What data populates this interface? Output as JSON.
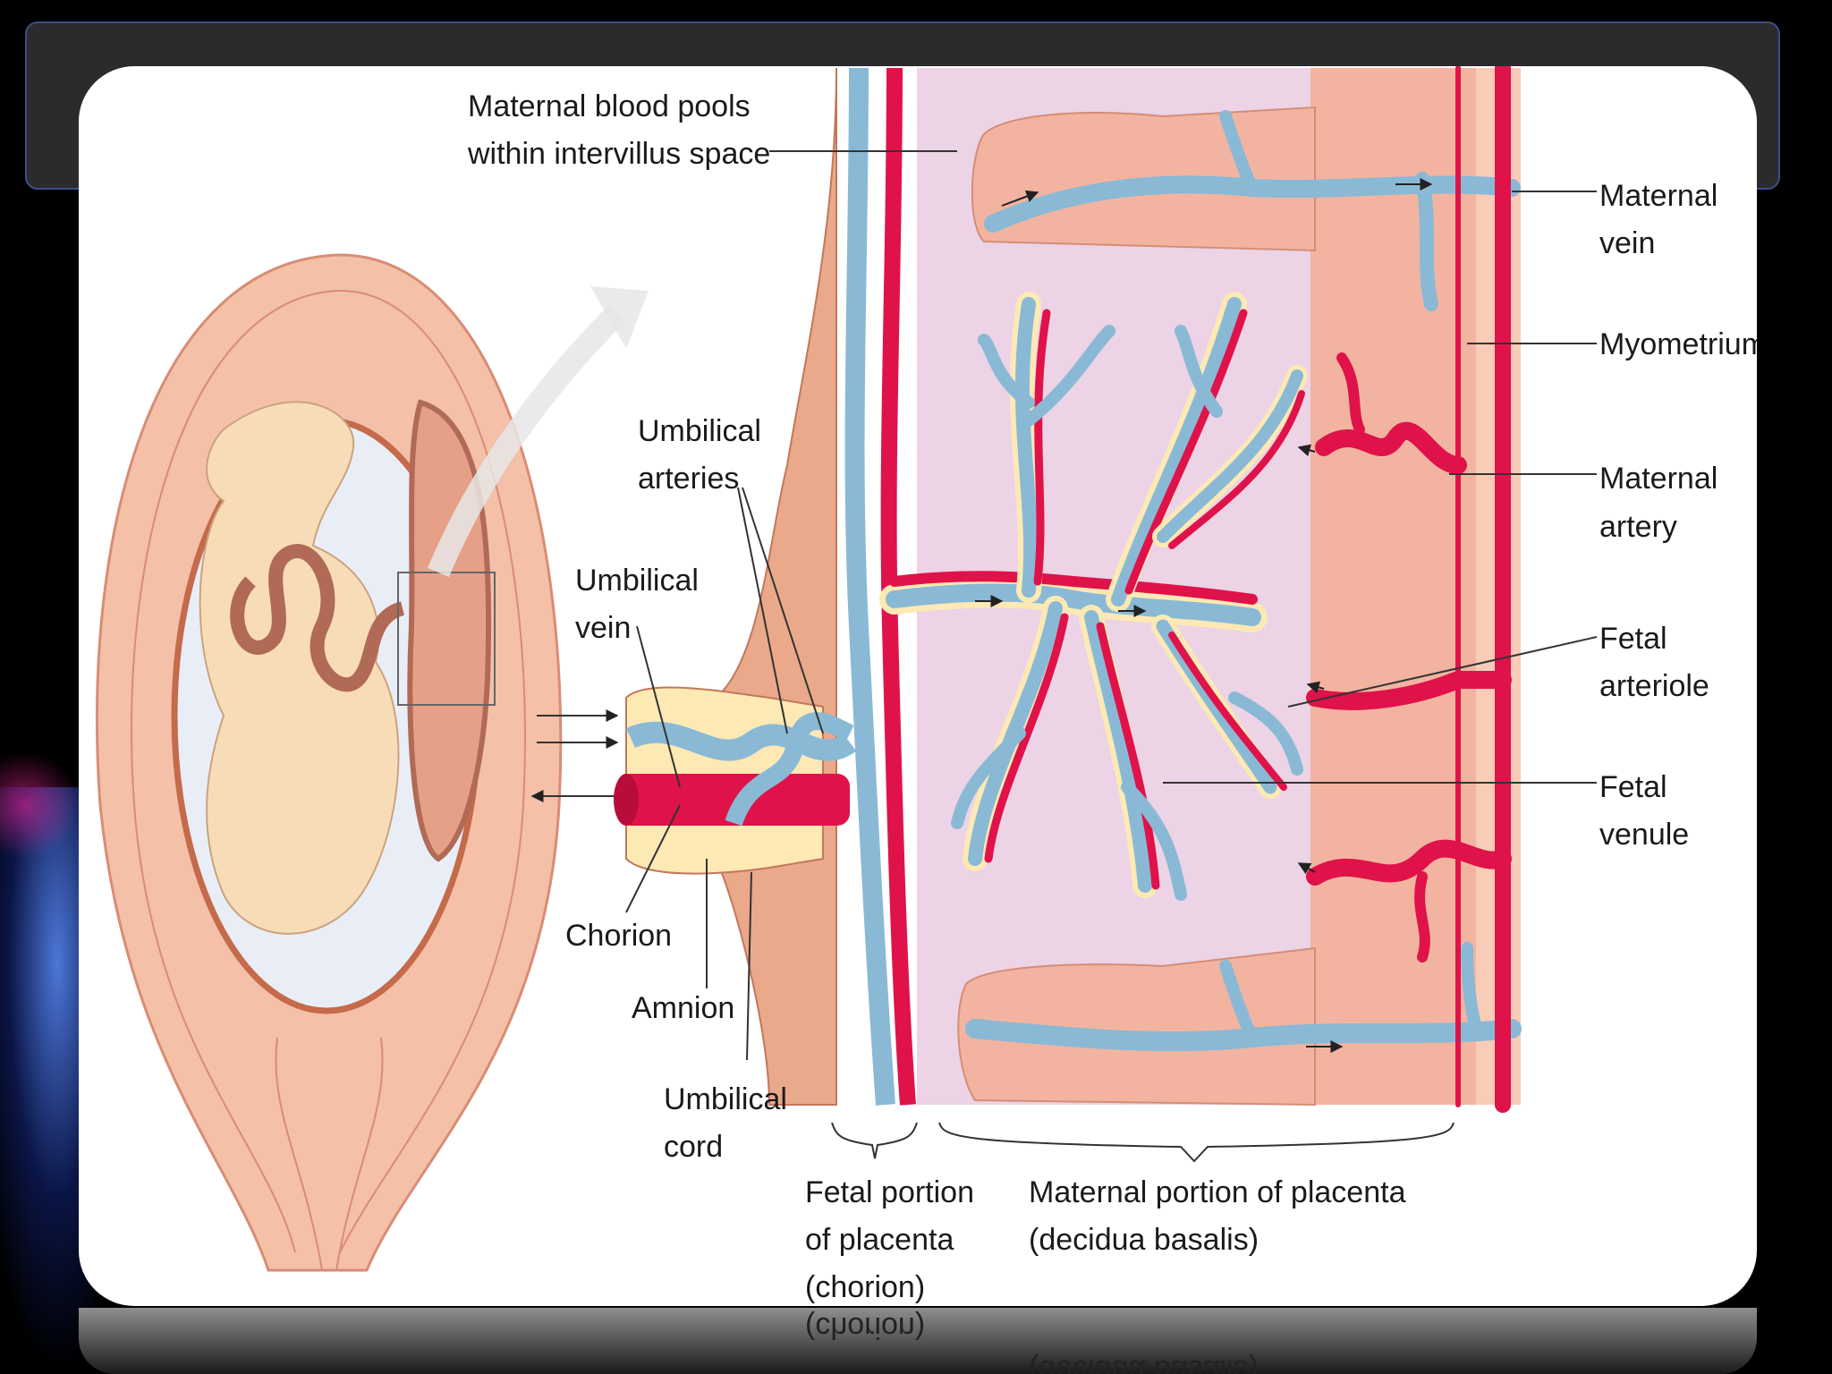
{
  "diagram": {
    "labels": {
      "maternal_blood_pools_1": "Maternal blood pools",
      "maternal_blood_pools_2": "within intervillus space",
      "maternal_vein_1": "Maternal",
      "maternal_vein_2": "vein",
      "myometrium": "Myometrium",
      "maternal_artery_1": "Maternal",
      "maternal_artery_2": "artery",
      "fetal_arteriole_1": "Fetal",
      "fetal_arteriole_2": "arteriole",
      "fetal_venule_1": "Fetal",
      "fetal_venule_2": "venule",
      "umbilical_arteries_1": "Umbilical",
      "umbilical_arteries_2": "arteries",
      "umbilical_vein_1": "Umbilical",
      "umbilical_vein_2": "vein",
      "chorion": "Chorion",
      "amnion": "Amnion",
      "umbilical_cord_1": "Umbilical",
      "umbilical_cord_2": "cord",
      "fetal_portion_1": "Fetal portion",
      "fetal_portion_2": "of placenta",
      "fetal_portion_3": "(chorion)",
      "maternal_portion_1": "Maternal portion of placenta",
      "maternal_portion_2": "(decidua basalis)"
    }
  },
  "colors": {
    "artery": "#e0124a",
    "vein": "#8ab9d6",
    "tissue": "#f2b4a0",
    "intervillus": "#ecd3e6",
    "cord_outline": "#fde9b4"
  }
}
